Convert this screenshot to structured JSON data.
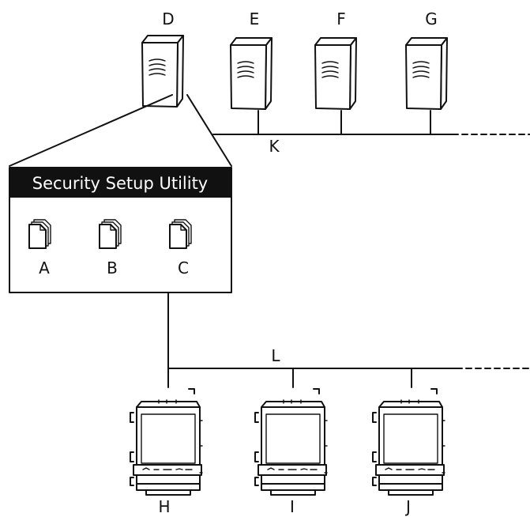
{
  "servers": [
    {
      "id": "server-d",
      "label": "D"
    },
    {
      "id": "server-e",
      "label": "E"
    },
    {
      "id": "server-f",
      "label": "F"
    },
    {
      "id": "server-g",
      "label": "G"
    }
  ],
  "network_top": {
    "label": "K"
  },
  "network_bottom": {
    "label": "L"
  },
  "panel": {
    "title": "Security Setup Utility",
    "files": [
      {
        "id": "file-a",
        "label": "A"
      },
      {
        "id": "file-b",
        "label": "B"
      },
      {
        "id": "file-c",
        "label": "C"
      }
    ]
  },
  "devices": [
    {
      "id": "device-h",
      "label": "H"
    },
    {
      "id": "device-i",
      "label": "I"
    },
    {
      "id": "device-j",
      "label": "J"
    }
  ]
}
